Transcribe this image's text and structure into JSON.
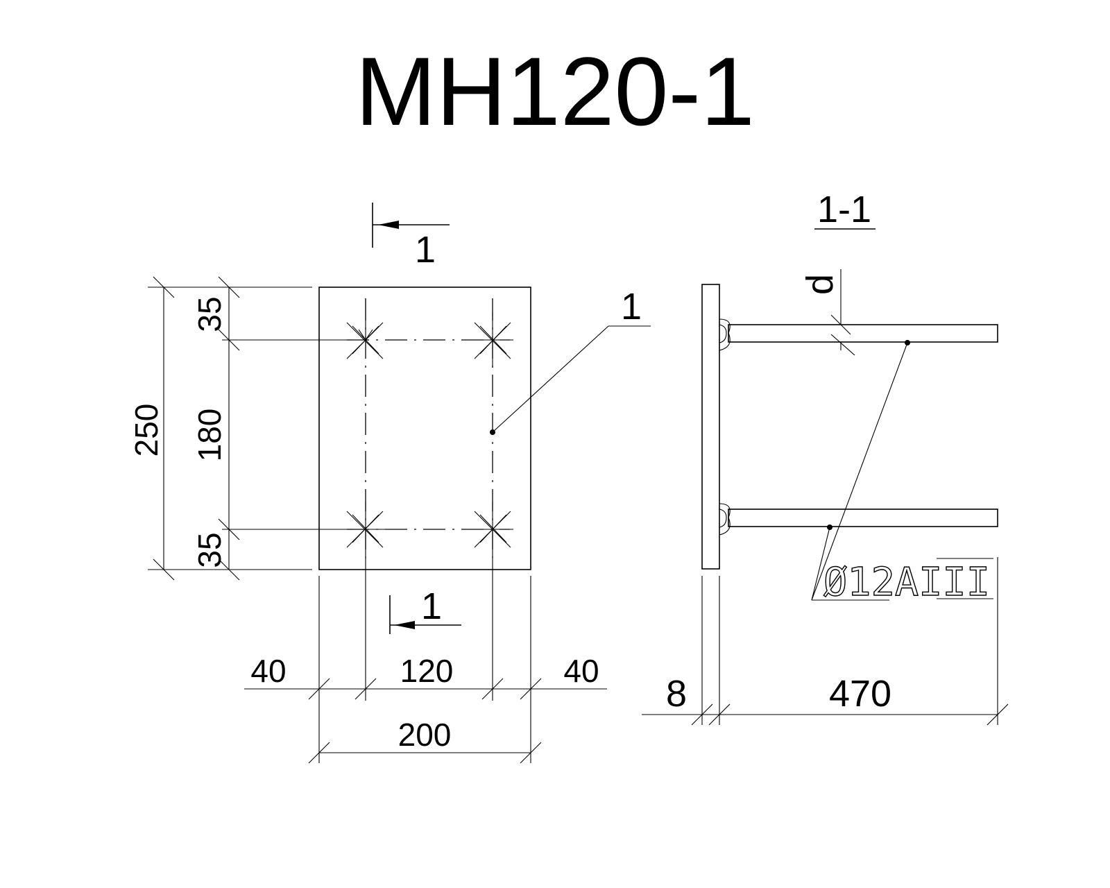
{
  "title": "MH120-1",
  "plan": {
    "section_mark_top": "1",
    "section_mark_bottom": "1",
    "leader_label": "1",
    "dims": {
      "left_overall": "250",
      "top_edge": "35",
      "middle": "180",
      "bottom_edge": "35",
      "bottom_left": "40",
      "bottom_center": "120",
      "bottom_right": "40",
      "bottom_overall": "200"
    }
  },
  "section": {
    "title": "1-1",
    "bar_dim_label": "d",
    "rebar_label": "Ø12АIII",
    "dims": {
      "plate_thickness": "8",
      "bar_length": "470"
    }
  }
}
